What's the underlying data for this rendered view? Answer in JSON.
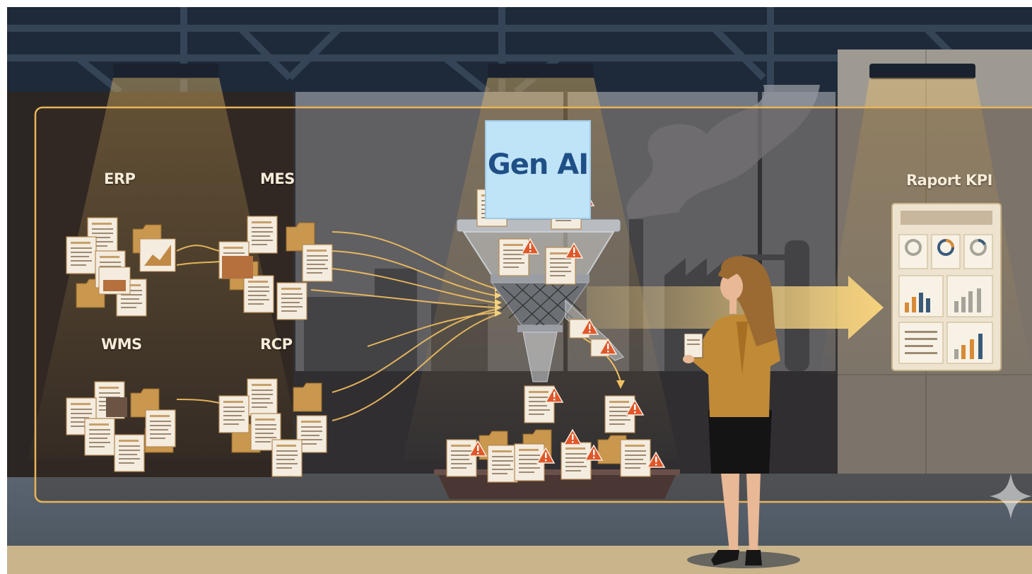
{
  "labels": {
    "erp": "ERP",
    "mes": "MES",
    "wms": "WMS",
    "rcp": "RCP",
    "gen_ai": "Gen AI",
    "kpi_report": "Raport KPI"
  },
  "colors": {
    "ceiling": "#1e2a3a",
    "panel_glow": "#e8b45a",
    "document": "#f4ecdf",
    "folder": "#c9974e",
    "warning": "#e0572a",
    "gen_ai_box": "#bfe3f7",
    "gen_ai_text": "#1f4f86",
    "jacket": "#c08a36"
  },
  "icons": [
    "warning-icon",
    "document-icon",
    "folder-icon",
    "funnel-icon",
    "arrow-right-icon",
    "dashboard-icon",
    "sparkle-icon"
  ]
}
